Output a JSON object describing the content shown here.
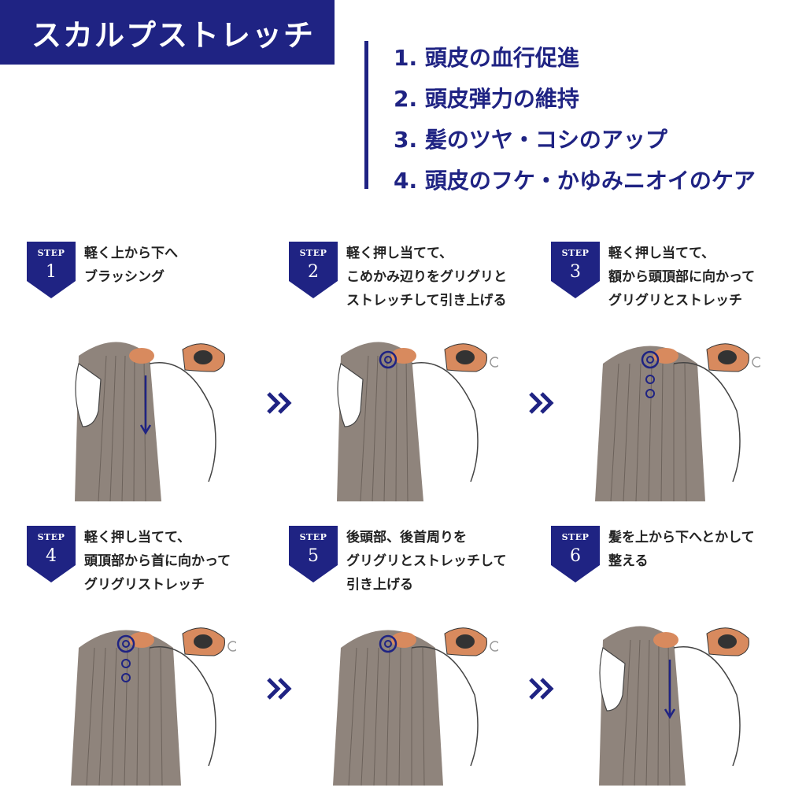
{
  "title": "スカルプストレッチ",
  "benefits": [
    "1. 頭皮の血行促進",
    "2. 頭皮弾力の維持",
    "3. 髪のツヤ・コシのアップ",
    "4. 頭皮のフケ・かゆみニオイのケア"
  ],
  "step_label": "STEP",
  "steps": [
    {
      "num": "1",
      "lines": [
        "軽く上から下へ",
        "ブラッシング"
      ]
    },
    {
      "num": "2",
      "lines": [
        "軽く押し当てて、",
        "こめかみ辺りをグリグリと",
        "ストレッチして引き上げる"
      ]
    },
    {
      "num": "3",
      "lines": [
        "軽く押し当てて、",
        "額から頭頂部に向かって",
        "グリグリとストレッチ"
      ]
    },
    {
      "num": "4",
      "lines": [
        "軽く押し当てて、",
        "頭頂部から首に向かって",
        "グリグリストレッチ"
      ]
    },
    {
      "num": "5",
      "lines": [
        "後頭部、後首周りを",
        "グリグリとストレッチして",
        "引き上げる"
      ]
    },
    {
      "num": "6",
      "lines": [
        "髪を上から下へとかして",
        "整える"
      ]
    }
  ],
  "colors": {
    "navy": "#1f2383",
    "hair": "#8f847c",
    "brush": "#d88a5e",
    "arrow_gray": "#9a9a9a"
  }
}
